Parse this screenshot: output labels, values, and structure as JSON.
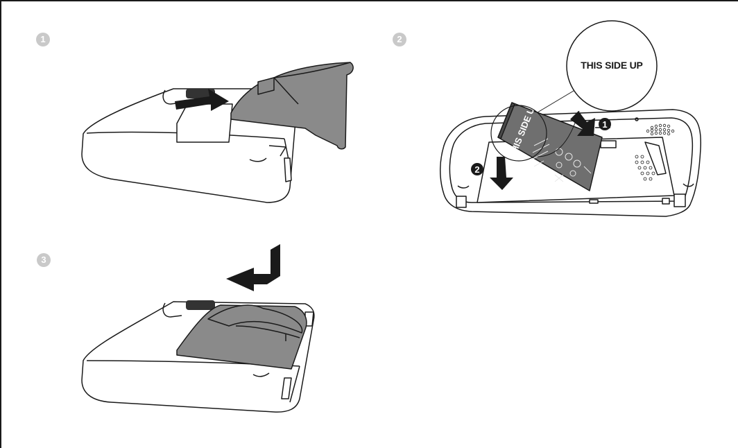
{
  "steps": {
    "step1": "1",
    "step2": "2",
    "step3": "3"
  },
  "callout": {
    "text": "THIS SIDE UP"
  },
  "battery": {
    "label": "THIS SIDE UP"
  },
  "markers": {
    "marker1": "1",
    "marker2": "2"
  },
  "colors": {
    "cover": "#8a8a8a",
    "battery": "#6f6f6f",
    "outline": "#1a1a1a",
    "badge": "#c9c9c9"
  },
  "icons": [
    "arrow-right-icon",
    "arrow-down-icon",
    "arrow-down-left-icon"
  ]
}
